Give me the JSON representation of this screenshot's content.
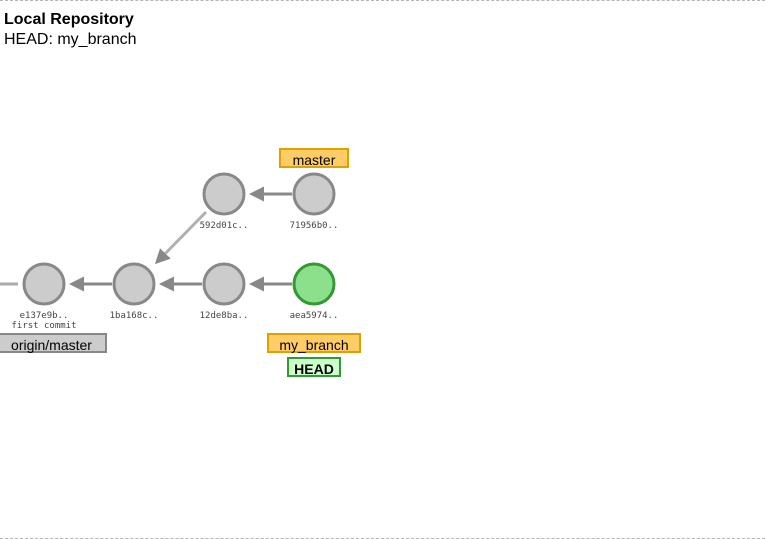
{
  "repo": {
    "title": "Local Repository",
    "head_text": "HEAD: my_branch"
  },
  "commits": [
    {
      "id": "e137e9b..",
      "message": "first commit",
      "head": false
    },
    {
      "id": "1ba168c..",
      "message": "",
      "head": false
    },
    {
      "id": "12de8ba..",
      "message": "",
      "head": false
    },
    {
      "id": "aea5974..",
      "message": "",
      "head": true
    },
    {
      "id": "592d01c..",
      "message": "",
      "head": false
    },
    {
      "id": "71956b0..",
      "message": "",
      "head": false
    }
  ],
  "refs": {
    "master": "master",
    "my_branch": "my_branch",
    "origin_master": "origin/master",
    "head": "HEAD"
  },
  "colors": {
    "commit_fill": "#cccccc",
    "commit_stroke": "#888888",
    "head_fill": "#8ce08c",
    "head_stroke": "#339933",
    "arrow": "#888888",
    "branch_tag": "#ffcc66",
    "remote_tag": "#cccccc",
    "head_tag": "#ccffcc"
  }
}
